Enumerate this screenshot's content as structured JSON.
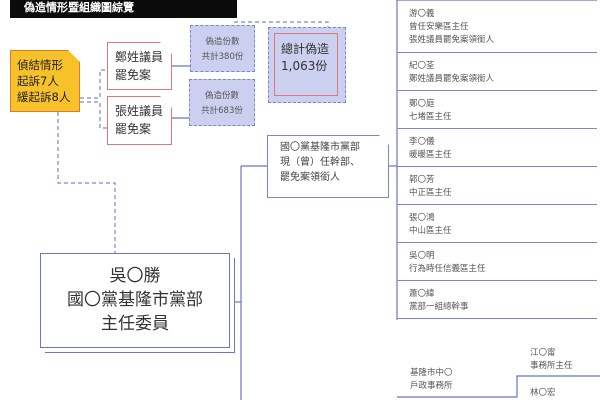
{
  "title": "偽造情形暨組織圖綜覽",
  "indictment": {
    "line1": "偵結情形",
    "line2": "起訴7人",
    "line3": "緩起訴8人"
  },
  "cases": [
    {
      "line1": "鄭姓議員",
      "line2": "罷免案"
    },
    {
      "line1": "張姓議員",
      "line2": "罷免案"
    }
  ],
  "counts": [
    {
      "label": "偽造份數",
      "value": "共計380份"
    },
    {
      "label": "偽造份數",
      "value": "共計683份"
    }
  ],
  "total": {
    "label": "總計偽造",
    "value": "1,063份"
  },
  "party_group": {
    "line1": "國〇黨基隆市黨部",
    "line2": "現（曾）任幹部、",
    "line3": "罷免案領銜人"
  },
  "main_person": {
    "name": "吳〇勝",
    "org": "國〇黨基隆市黨部",
    "role": "主任委員"
  },
  "members": [
    {
      "name": "游〇義",
      "lines": [
        "曾任安樂區主任",
        "張姓議員罷免案領銜人"
      ]
    },
    {
      "name": "紀〇荃",
      "lines": [
        "鄭姓議員罷免案領銜人"
      ]
    },
    {
      "name": "鄭〇庭",
      "lines": [
        "七堵區主任"
      ]
    },
    {
      "name": "李〇儀",
      "lines": [
        "暖暖區主任"
      ]
    },
    {
      "name": "郭〇芳",
      "lines": [
        "中正區主任"
      ]
    },
    {
      "name": "張〇鴻",
      "lines": [
        "中山區主任"
      ]
    },
    {
      "name": "吳〇明",
      "lines": [
        "行為時任信義區主任"
      ]
    },
    {
      "name": "蕭〇緯",
      "lines": [
        "黨部一組總幹事"
      ]
    }
  ],
  "office": {
    "line1": "基隆市中〇",
    "line2": "戶政事務所"
  },
  "office_staff": [
    {
      "name": "江〇甯",
      "role": "事務所主任"
    },
    {
      "name": "林〇宏"
    }
  ]
}
